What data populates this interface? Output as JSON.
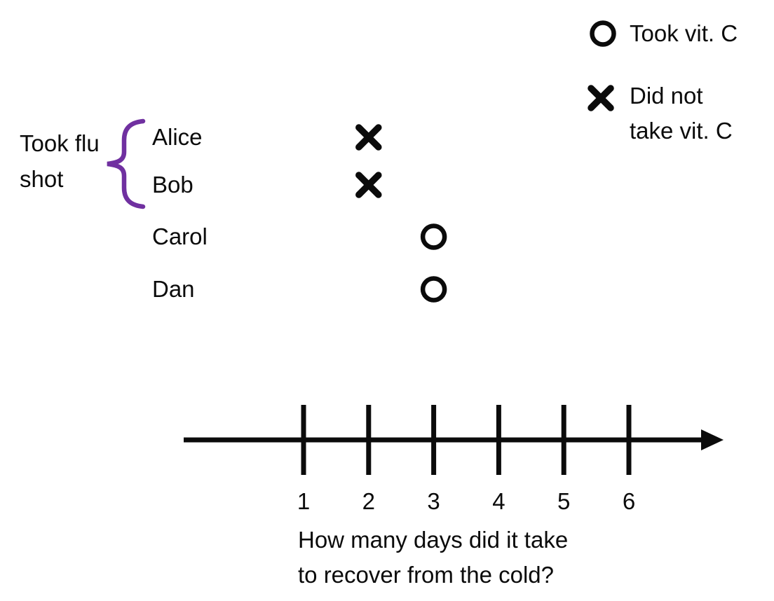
{
  "colors": {
    "ink": "#0b0b0b",
    "brace": "#7030a0",
    "background": "#ffffff"
  },
  "legend": {
    "items": [
      {
        "symbol": "circle-marker",
        "label": "Took vit. C",
        "lines": [
          "Took vit. C"
        ]
      },
      {
        "symbol": "x-marker",
        "label": "Did not take vit. C",
        "lines": [
          "Did not",
          "take vit. C"
        ]
      }
    ]
  },
  "group_brace": {
    "label": "Took flu shot",
    "lines": [
      "Took flu",
      "shot"
    ],
    "members": [
      "Alice",
      "Bob"
    ]
  },
  "caption": {
    "lines": [
      "How many days did it take",
      "to recover from the cold?"
    ]
  },
  "chart_data": {
    "type": "scatter",
    "title": "",
    "xlabel": "How many days did it take to recover from the cold?",
    "ylabel": "",
    "x_ticks": [
      1,
      2,
      3,
      4,
      5,
      6
    ],
    "xlim": [
      0,
      7
    ],
    "axis_arrow": "right",
    "grid": false,
    "legend_position": "top-right",
    "marker_meanings": {
      "circle": "Took vit. C",
      "x": "Did not take vit. C"
    },
    "rows": [
      {
        "name": "Alice",
        "marker": "x",
        "days": 2
      },
      {
        "name": "Bob",
        "marker": "x",
        "days": 2
      },
      {
        "name": "Carol",
        "marker": "circle",
        "days": 3
      },
      {
        "name": "Dan",
        "marker": "circle",
        "days": 3
      }
    ]
  }
}
